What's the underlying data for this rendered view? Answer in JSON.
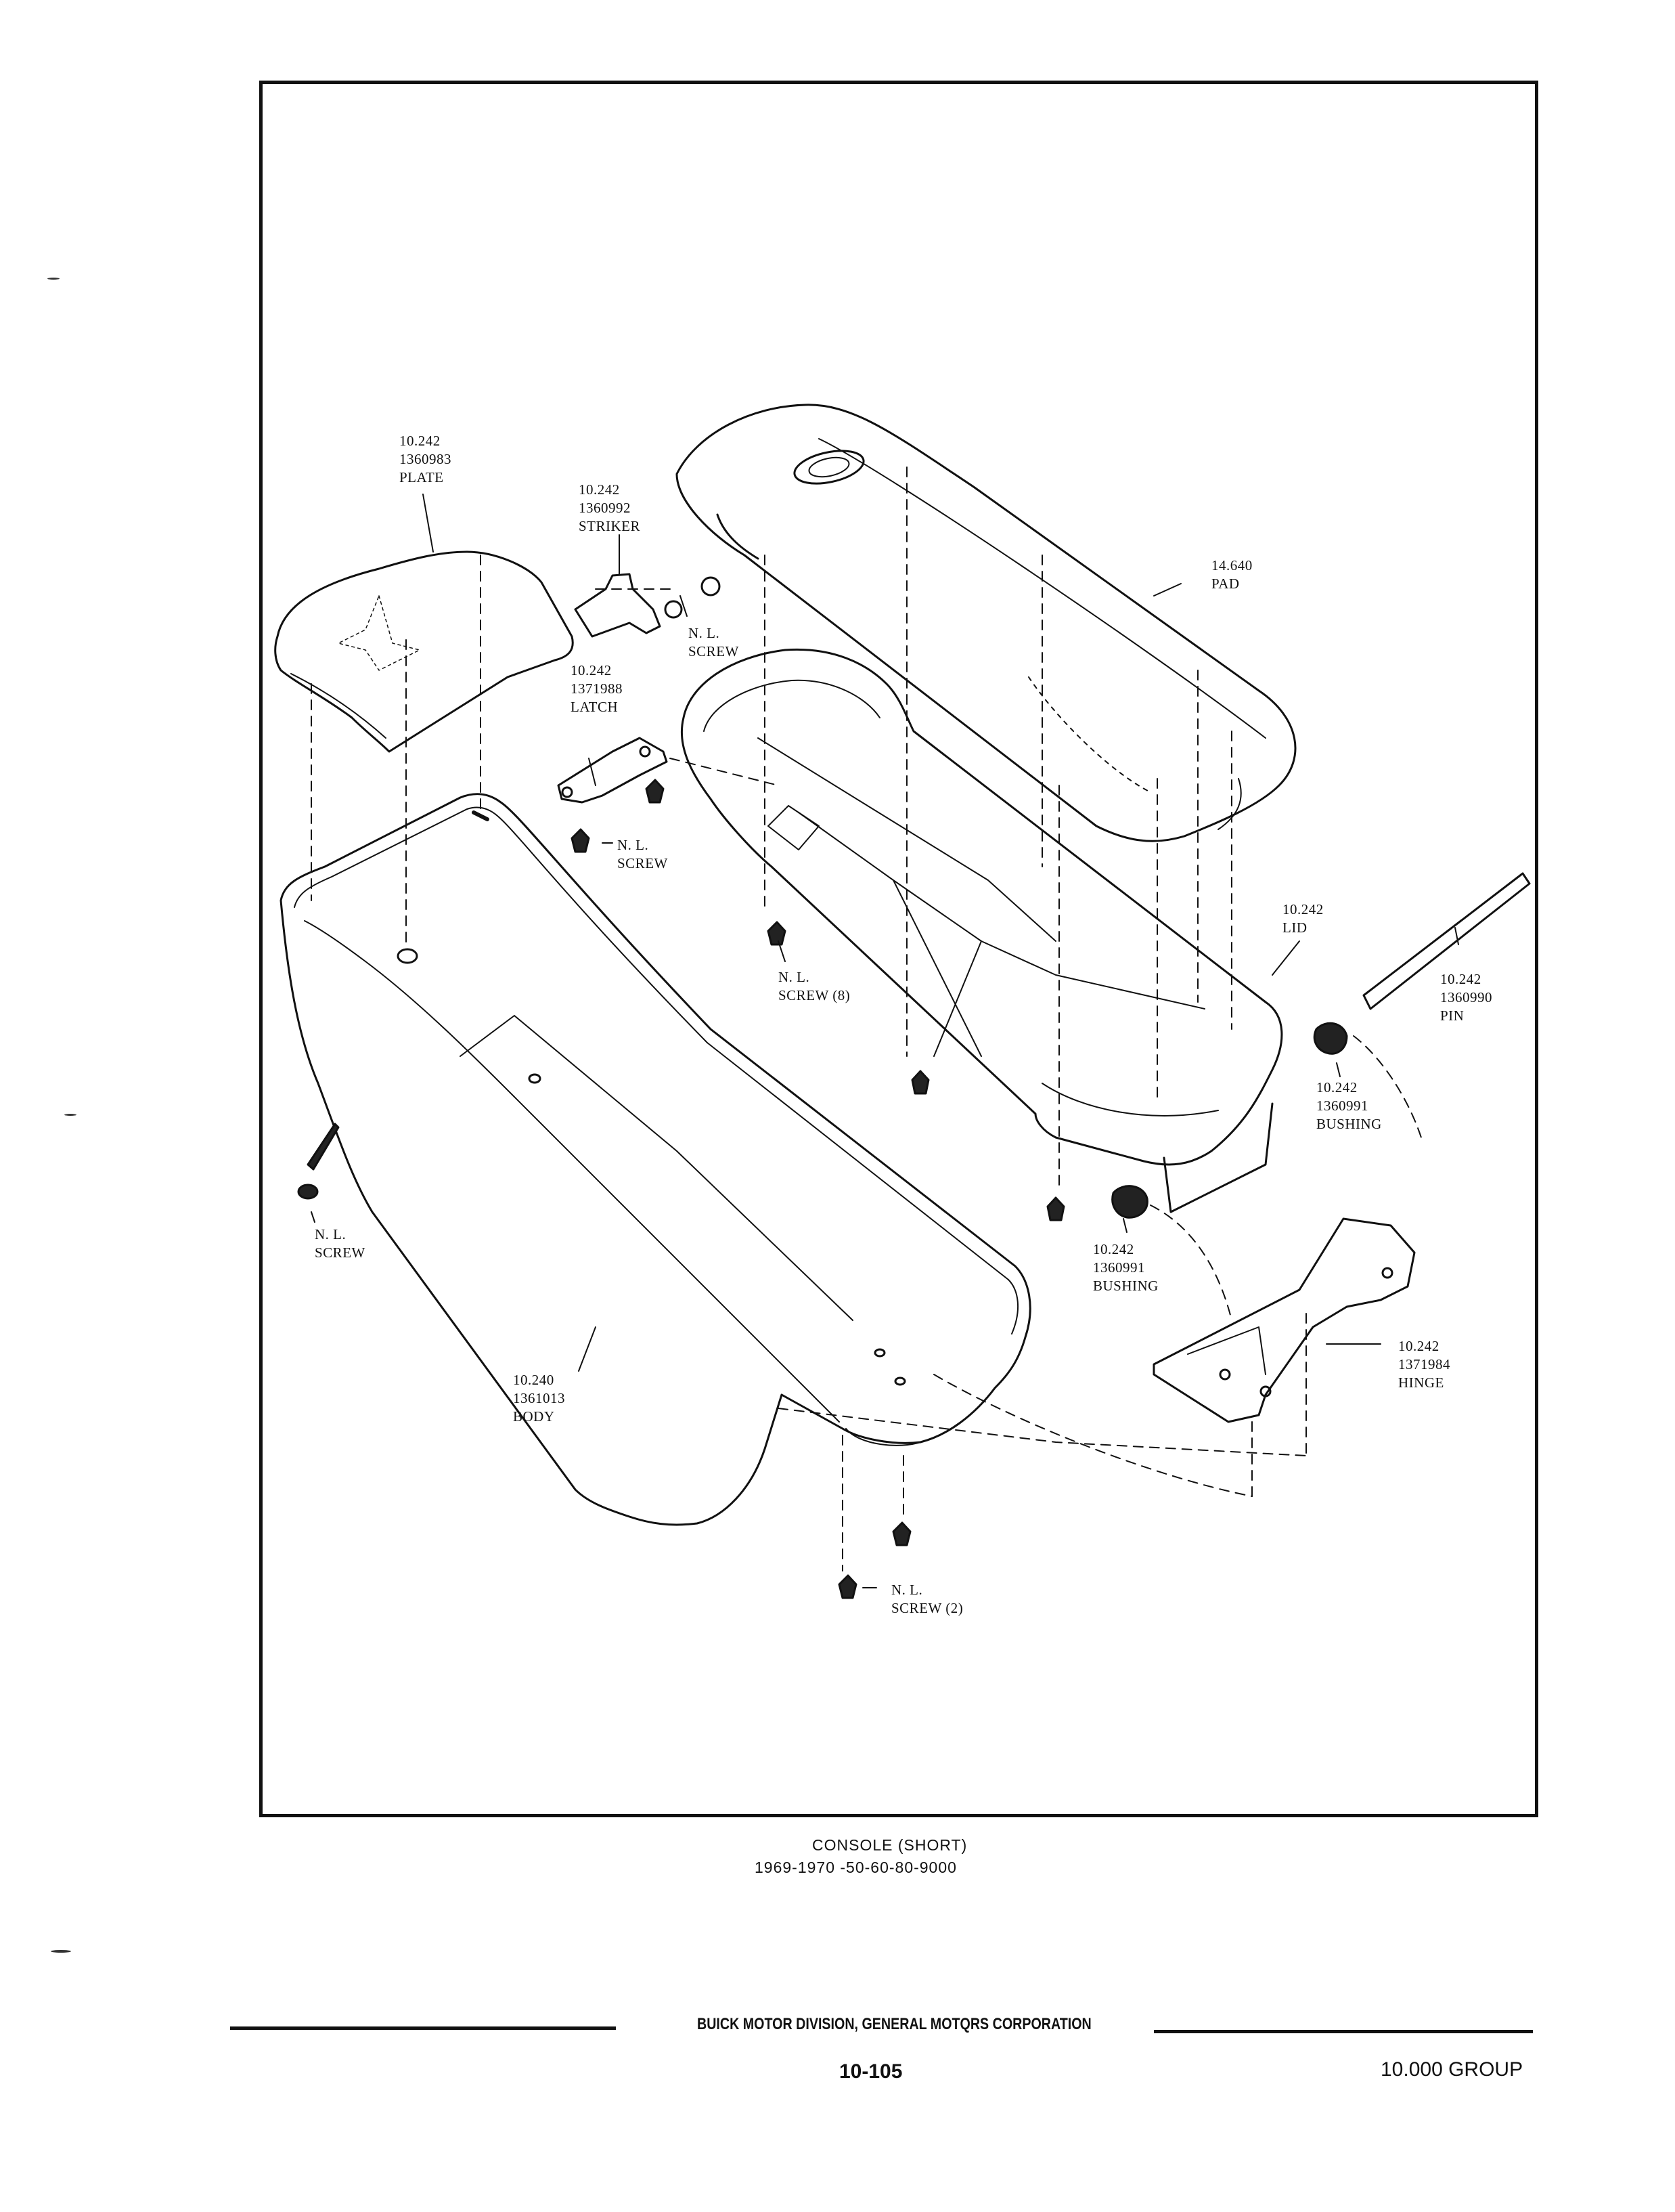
{
  "callouts": {
    "plate": {
      "group": "10.242",
      "part": "1360983",
      "name": "PLATE"
    },
    "striker": {
      "group": "10.242",
      "part": "1360992",
      "name": "STRIKER"
    },
    "screw_striker": {
      "line1": "N. L.",
      "line2": "SCREW"
    },
    "latch": {
      "group": "10.242",
      "part": "1371988",
      "name": "LATCH"
    },
    "screw_latch": {
      "line1": "N. L.",
      "line2": "SCREW"
    },
    "pad": {
      "group": "14.640",
      "name": "PAD"
    },
    "screw_lid": {
      "line1": "N. L.",
      "line2": "SCREW (8)"
    },
    "lid": {
      "group": "10.242",
      "name": "LID"
    },
    "pin": {
      "group": "10.242",
      "part": "1360990",
      "name": "PIN"
    },
    "bushing_upper": {
      "group": "10.242",
      "part": "1360991",
      "name": "BUSHING"
    },
    "bushing_lower": {
      "group": "10.242",
      "part": "1360991",
      "name": "BUSHING"
    },
    "hinge": {
      "group": "10.242",
      "part": "1371984",
      "name": "HINGE"
    },
    "screw_body": {
      "line1": "N. L.",
      "line2": "SCREW"
    },
    "body": {
      "group": "10.240",
      "part": "1361013",
      "name": "BODY"
    },
    "screw_bottom": {
      "line1": "N. L.",
      "line2": "SCREW (2)"
    }
  },
  "caption": {
    "title": "CONSOLE (SHORT)",
    "models": "1969-1970 -50-60-80-9000"
  },
  "footer": {
    "division": "BUICK MOTOR DIVISION, GENERAL MOTQRS CORPORATION",
    "page_number": "10-105",
    "group": "10.000 GROUP"
  }
}
